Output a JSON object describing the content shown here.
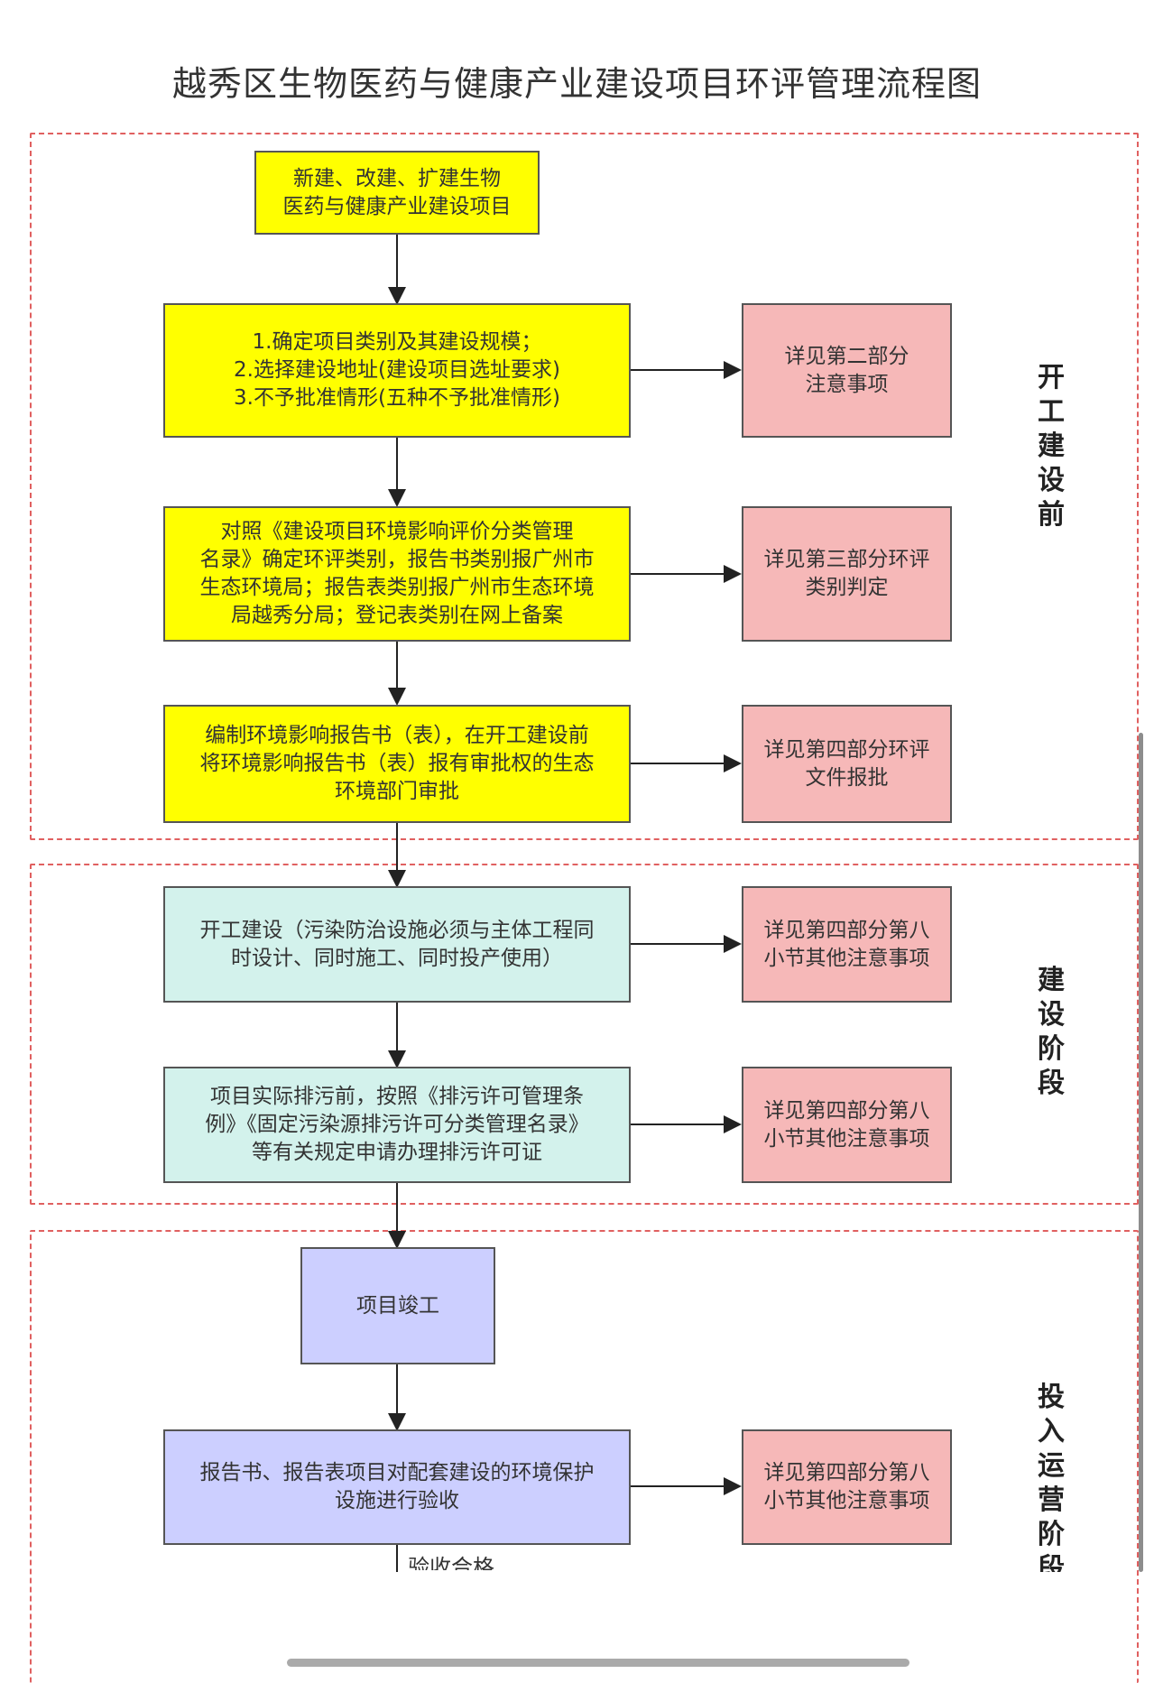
{
  "title": "越秀区生物医药与健康产业建设项目环评管理流程图",
  "stages": [
    {
      "label": "开工建设前"
    },
    {
      "label": "建设阶段"
    },
    {
      "label": "投入运营阶段"
    }
  ],
  "nodes": {
    "start": "新建、改建、扩建生物\n医药与健康产业建设项目",
    "step1": "1.确定项目类别及其建设规模；\n2.选择建设地址(建设项目选址要求)\n3.不予批准情形(五种不予批准情形)",
    "note1": "详见第二部分\n注意事项",
    "step2": "对照《建设项目环境影响评价分类管理\n名录》确定环评类别，报告书类别报广州市\n生态环境局；报告表类别报广州市生态环境\n局越秀分局；登记表类别在网上备案",
    "note2": "详见第三部分环评\n类别判定",
    "step3": "编制环境影响报告书（表），在开工建设前\n将环境影响报告书（表）报有审批权的生态\n环境部门审批",
    "note3": "详见第四部分环评\n文件报批",
    "step4": "开工建设（污染防治设施必须与主体工程同\n时设计、同时施工、同时投产使用）",
    "note4": "详见第四部分第八\n小节其他注意事项",
    "step5": "项目实际排污前，按照《排污许可管理条\n例》《固定污染源排污许可分类管理名录》\n等有关规定申请办理排污许可证",
    "note5": "详见第四部分第八\n小节其他注意事项",
    "step6": "项目竣工",
    "step7": "报告书、报告表项目对配套建设的环境保护\n设施进行验收",
    "note7": "详见第四部分第八\n小节其他注意事项",
    "partial_label": "验收合格"
  },
  "colors": {
    "yellow": "#ffff00",
    "pink": "#f6b8b8",
    "teal": "#d3f2ec",
    "violet": "#cccfff",
    "dashed_border": "#e06060"
  }
}
